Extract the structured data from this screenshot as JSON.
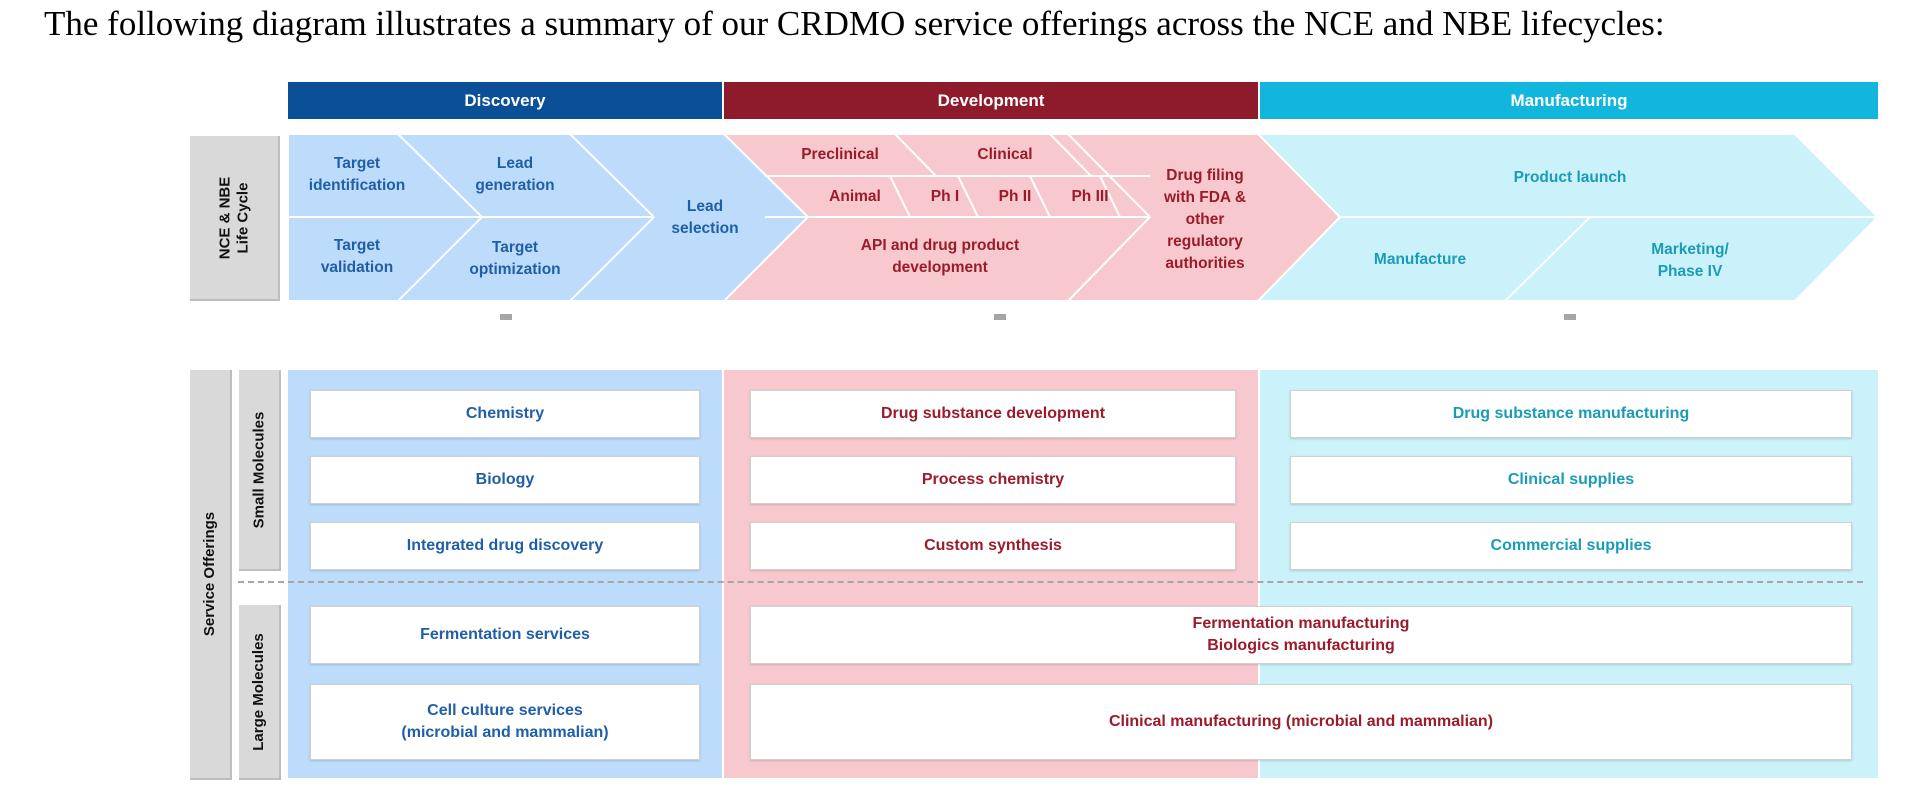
{
  "intro_text": "The following diagram illustrates a summary of our CRDMO service offerings across the NCE and NBE lifecycles:",
  "colors": {
    "discovery_header": "#0b4f97",
    "development_header": "#8e1b2c",
    "manufacturing_header": "#12b5dc",
    "discovery_fill": "#bddbfb",
    "development_fill": "#f7c9ce",
    "manufacturing_fill": "#cbf1fa",
    "side_label_fill": "#d9d9d9"
  },
  "headers": {
    "discovery": "Discovery",
    "development": "Development",
    "manufacturing": "Manufacturing"
  },
  "side_labels": {
    "lifecycle_line1": "NCE & NBE",
    "lifecycle_line2": "Life Cycle",
    "service_offerings": "Service Offerings",
    "small_molecules": "Small Molecules",
    "large_molecules": "Large Molecules"
  },
  "lifecycle": {
    "target_identification": [
      "Target",
      "identification"
    ],
    "target_validation": [
      "Target",
      "validation"
    ],
    "lead_generation": [
      "Lead",
      "generation"
    ],
    "target_optimization": [
      "Target",
      "optimization"
    ],
    "lead_selection": [
      "Lead",
      "selection"
    ],
    "preclinical": "Preclinical",
    "clinical": "Clinical",
    "animal": "Animal",
    "ph1": "Ph I",
    "ph2": "Ph II",
    "ph3": "Ph III",
    "api_dev": [
      "API and drug product",
      "development"
    ],
    "drug_filing": [
      "Drug filing",
      "with FDA &",
      "other",
      "regulatory",
      "authorities"
    ],
    "product_launch": "Product launch",
    "manufacture": "Manufacture",
    "marketing": [
      "Marketing/",
      "Phase IV"
    ]
  },
  "services": {
    "discovery_small": [
      "Chemistry",
      "Biology",
      "Integrated drug discovery"
    ],
    "development_small": [
      "Drug substance development",
      "Process chemistry",
      "Custom synthesis"
    ],
    "manufacturing_small": [
      "Drug substance manufacturing",
      "Clinical supplies",
      "Commercial supplies"
    ],
    "discovery_large": [
      "Fermentation services",
      [
        "Cell culture services",
        "(microbial and mammalian)"
      ]
    ],
    "devman_large": [
      [
        "Fermentation manufacturing",
        "Biologics manufacturing"
      ],
      "Clinical manufacturing (microbial and mammalian)"
    ]
  }
}
